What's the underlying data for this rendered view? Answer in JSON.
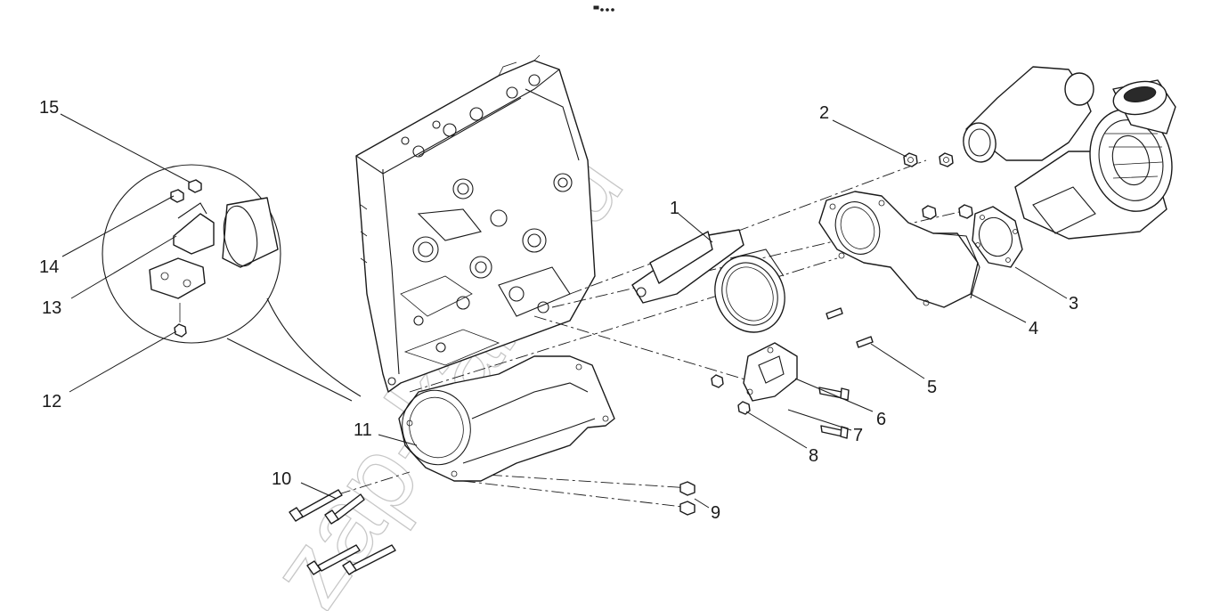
{
  "watermark": "zap-kam.ru",
  "callouts": [
    {
      "id": "1",
      "label": "1"
    },
    {
      "id": "2",
      "label": "2"
    },
    {
      "id": "3",
      "label": "3"
    },
    {
      "id": "4",
      "label": "4"
    },
    {
      "id": "5",
      "label": "5"
    },
    {
      "id": "6",
      "label": "6"
    },
    {
      "id": "7",
      "label": "7"
    },
    {
      "id": "8",
      "label": "8"
    },
    {
      "id": "9",
      "label": "9"
    },
    {
      "id": "10",
      "label": "10"
    },
    {
      "id": "11",
      "label": "11"
    },
    {
      "id": "12",
      "label": "12"
    },
    {
      "id": "13",
      "label": "13"
    },
    {
      "id": "14",
      "label": "14"
    },
    {
      "id": "15",
      "label": "15"
    }
  ],
  "colors": {
    "line": "#1a1a1a",
    "watermark": "#9a9a9a",
    "background": "#ffffff"
  }
}
